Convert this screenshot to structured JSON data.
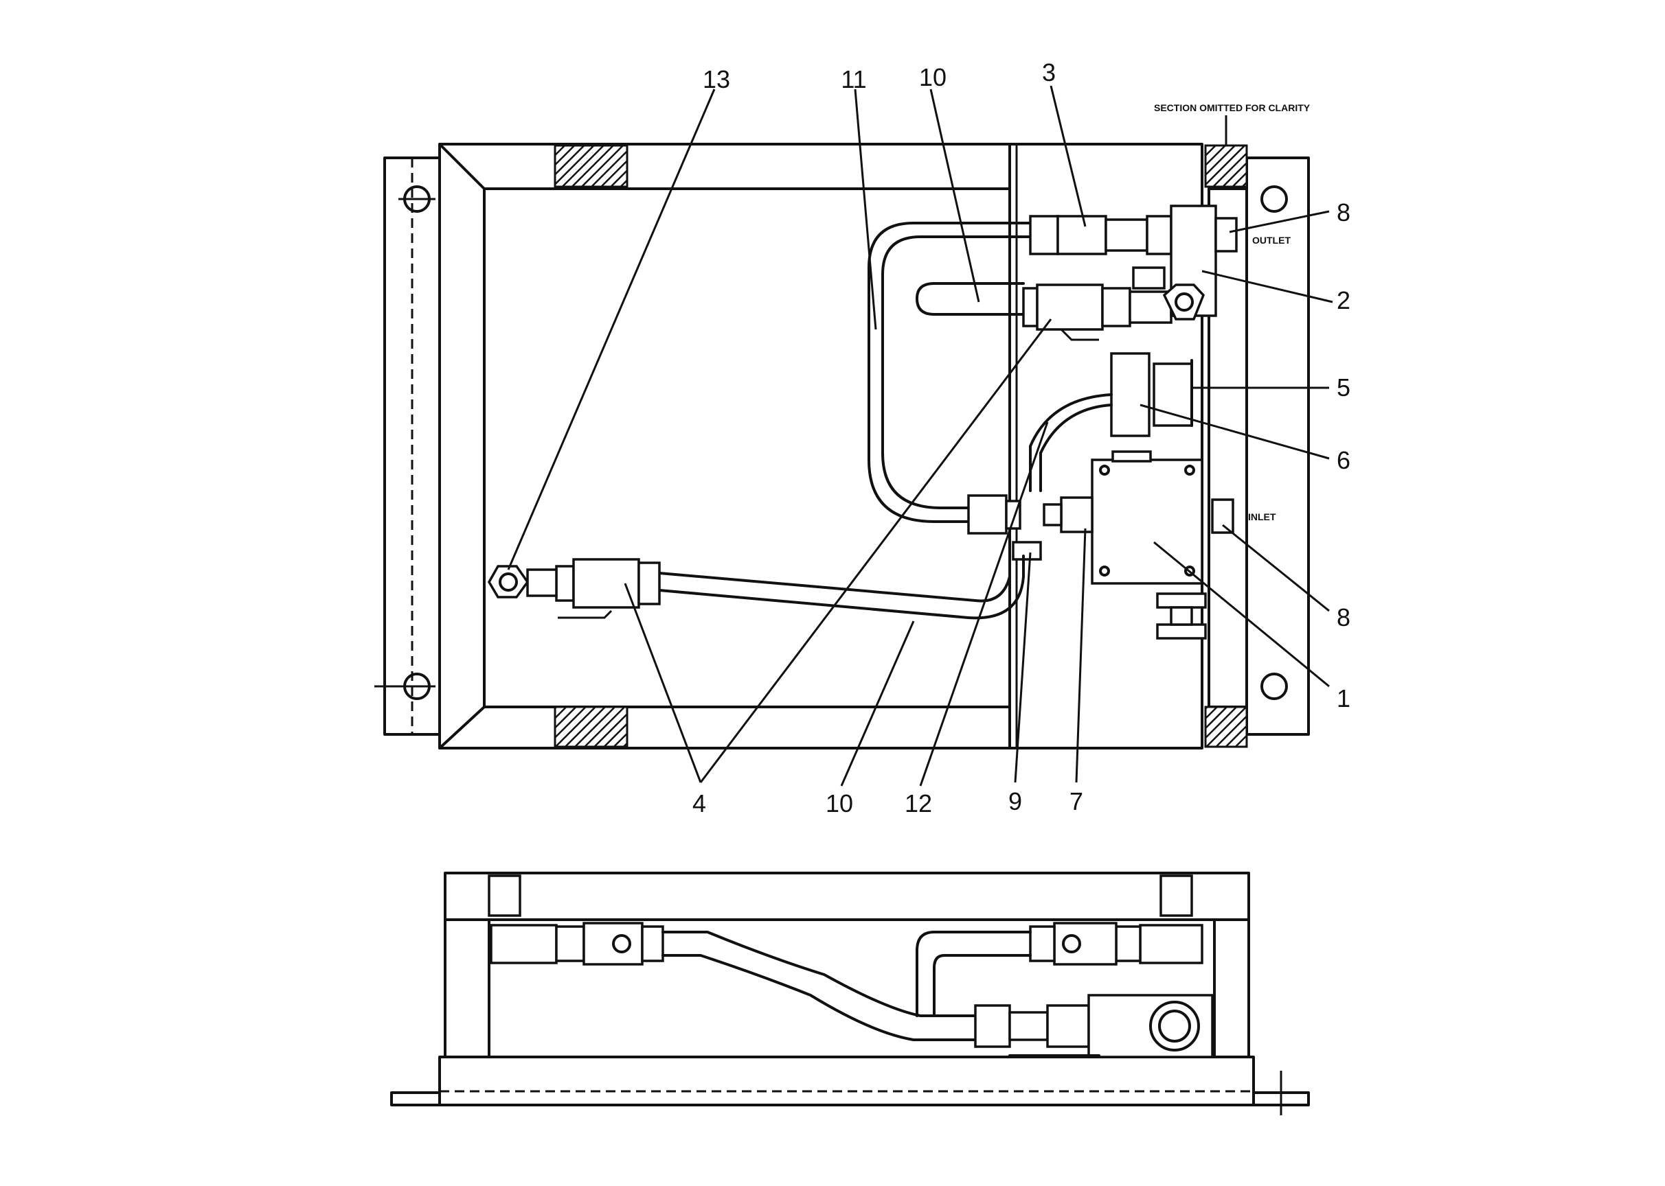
{
  "annotations": {
    "section_note": "SECTION OMITTED FOR CLARITY",
    "outlet": "OUTLET",
    "inlet": "INLET"
  },
  "callouts": {
    "c13": "13",
    "c11": "11",
    "c10_top": "10",
    "c3": "3",
    "c8_top": "8",
    "c2": "2",
    "c5": "5",
    "c6": "6",
    "c8_bottom": "8",
    "c1": "1",
    "c4": "4",
    "c10_bottom": "10",
    "c12": "12",
    "c9": "9",
    "c7": "7"
  }
}
